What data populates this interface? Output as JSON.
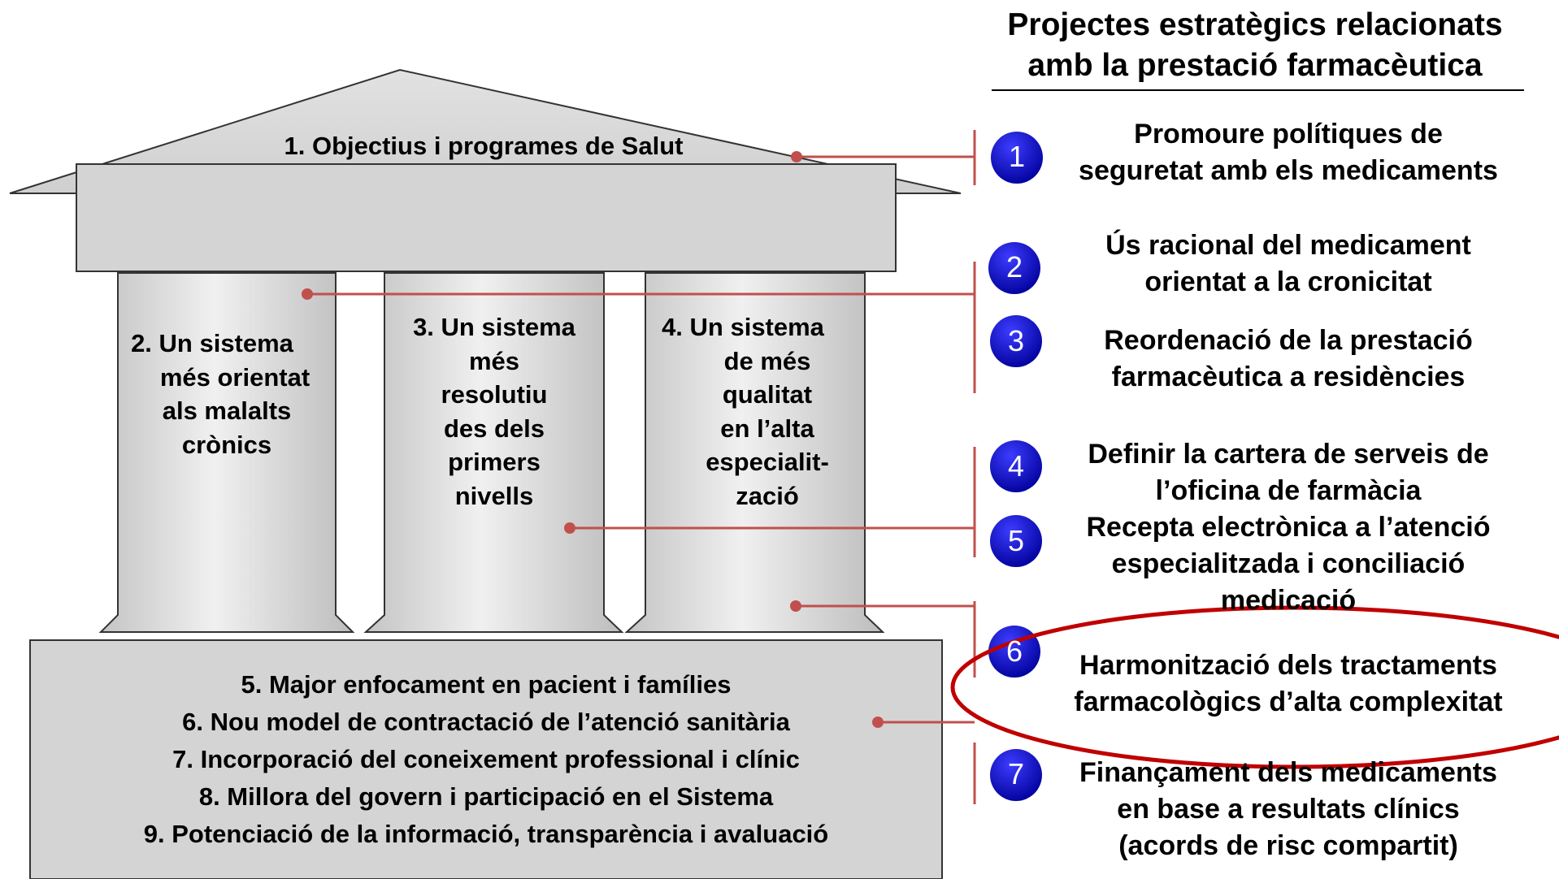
{
  "roof": {
    "title": "1. Objectius i programes de Salut"
  },
  "columns": [
    {
      "lines": [
        "2. Un sistema",
        "més orientat",
        "als malalts",
        "crònics"
      ]
    },
    {
      "lines": [
        "3. Un sistema",
        "més",
        "resolutiu",
        "des dels",
        "primers",
        "nivells"
      ]
    },
    {
      "lines": [
        "4. Un sistema",
        "de més",
        "qualitat",
        "en l’alta",
        "especialit-",
        "zació"
      ]
    }
  ],
  "base": {
    "items": [
      "5. Major enfocament en pacient i famílies",
      "6. Nou model de contractació de l’atenció sanitària",
      "7. Incorporació del coneixement professional i clínic",
      "8. Millora del govern i participació en el Sistema",
      "9. Potenciació de la informació, transparència i avaluació"
    ]
  },
  "heading": {
    "lines": [
      "Projectes estratègics relacionats",
      "amb la prestació farmacèutica"
    ]
  },
  "projects": [
    {
      "number": "1",
      "lines": [
        "Promoure polítiques de",
        "seguretat amb els medicaments"
      ]
    },
    {
      "number": "2",
      "lines": [
        "Ús racional del medicament",
        "orientat a la cronicitat"
      ]
    },
    {
      "number": "3",
      "lines": [
        "Reordenació de la prestació",
        "farmacèutica a residències"
      ]
    },
    {
      "number": "4",
      "lines": [
        "Definir la cartera de serveis de",
        "l’oficina de farmàcia"
      ]
    },
    {
      "number": "5",
      "lines": [
        "Recepta electrònica a l’atenció",
        "especialitzada i conciliació",
        "medicació"
      ]
    },
    {
      "number": "6",
      "lines": [
        "Harmonització dels tractaments",
        "farmacològics d’alta complexitat"
      ]
    },
    {
      "number": "7",
      "lines": [
        "Finançament dels medicaments",
        "en base a resultats clínics",
        "(acords de risc compartit)"
      ]
    }
  ],
  "colors": {
    "connector": "#c0504d",
    "highlight": "#c00000",
    "badge": "#0000cc",
    "structure_fill": "#d4d4d4",
    "outline": "#333333"
  }
}
